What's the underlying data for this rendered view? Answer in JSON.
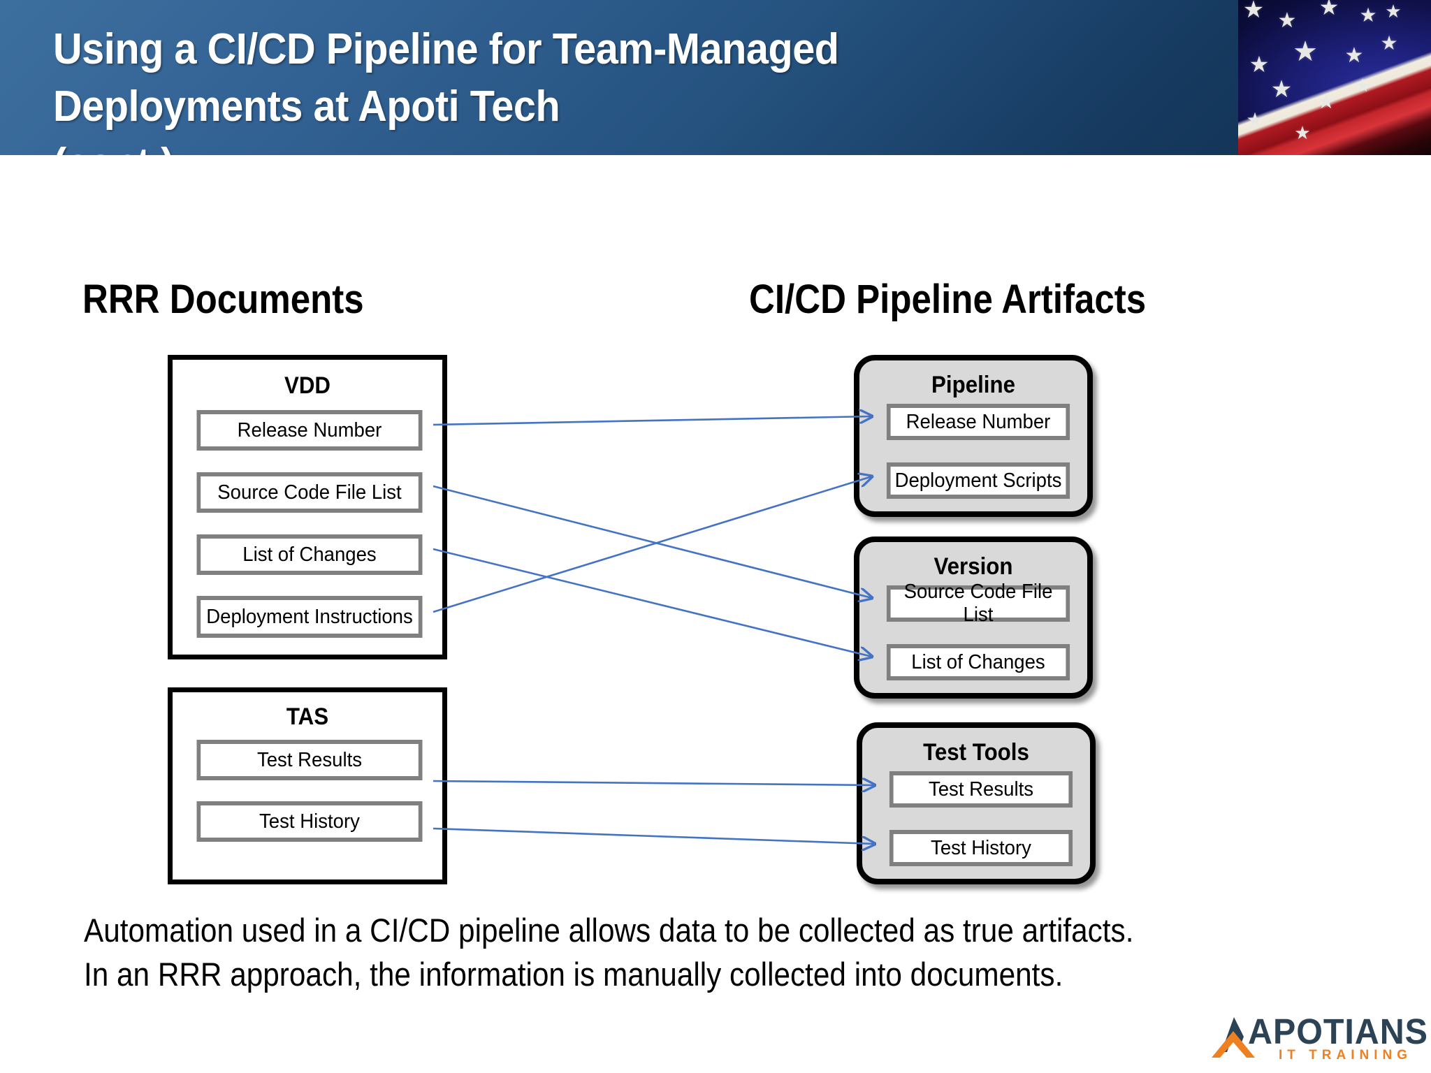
{
  "slide": {
    "title": "Using a CI/CD Pipeline for Team-Managed  Deployments at Apoti Tech\n(cont.)",
    "banner_gradient_from": "#3d6f9e",
    "banner_gradient_to": "#10304f",
    "background_color": "#ffffff"
  },
  "headings": {
    "left": "RRR Documents",
    "right": "CI/CD Pipeline Artifacts"
  },
  "rrr_documents": [
    {
      "id": "vdd",
      "title": "VDD",
      "items": [
        {
          "id": "vdd-release-number",
          "label": "Release Number"
        },
        {
          "id": "vdd-source-code-file-list",
          "label": "Source Code File List"
        },
        {
          "id": "vdd-list-of-changes",
          "label": "List of Changes"
        },
        {
          "id": "vdd-deployment-instructions",
          "label": "Deployment Instructions"
        }
      ]
    },
    {
      "id": "tas",
      "title": "TAS",
      "items": [
        {
          "id": "tas-test-results",
          "label": "Test Results"
        },
        {
          "id": "tas-test-history",
          "label": "Test History"
        }
      ]
    }
  ],
  "pipeline_artifacts": [
    {
      "id": "pipeline",
      "title": "Pipeline",
      "items": [
        {
          "id": "pipeline-release-number",
          "label": "Release Number"
        },
        {
          "id": "pipeline-deployment-scripts",
          "label": "Deployment Scripts"
        }
      ]
    },
    {
      "id": "version",
      "title": "Version",
      "items": [
        {
          "id": "version-source-code-file-list",
          "label": "Source Code File List"
        },
        {
          "id": "version-list-of-changes",
          "label": "List of Changes"
        }
      ]
    },
    {
      "id": "test-tools",
      "title": "Test Tools",
      "items": [
        {
          "id": "testtools-test-results",
          "label": "Test Results"
        },
        {
          "id": "testtools-test-history",
          "label": "Test History"
        }
      ]
    }
  ],
  "connectors": {
    "color": "#4472c4",
    "mappings": [
      {
        "from": "vdd-release-number",
        "to": "pipeline-release-number"
      },
      {
        "from": "vdd-source-code-file-list",
        "to": "version-source-code-file-list"
      },
      {
        "from": "vdd-list-of-changes",
        "to": "version-list-of-changes"
      },
      {
        "from": "vdd-deployment-instructions",
        "to": "pipeline-deployment-scripts"
      },
      {
        "from": "tas-test-results",
        "to": "testtools-test-results"
      },
      {
        "from": "tas-test-history",
        "to": "testtools-test-history"
      }
    ]
  },
  "body": {
    "paragraph": "Automation used in a CI/CD pipeline allows data to be collected as true artifacts. In an RRR approach, the information is manually collected into documents."
  },
  "logo": {
    "wordmark": "APOTIANS",
    "tagline": "IT TRAINING",
    "text_color": "#2c4356",
    "accent_color": "#ef8022"
  }
}
